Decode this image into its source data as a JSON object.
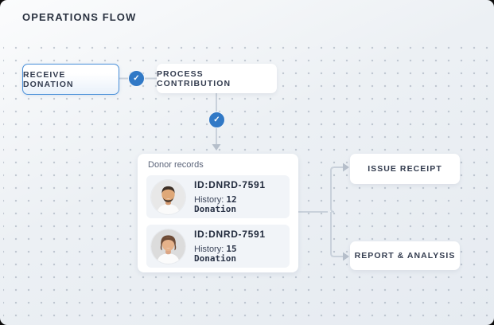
{
  "header": {
    "title": "OPERATIONS FLOW"
  },
  "flow": {
    "nodes": {
      "receive": {
        "label": "RECEIVE DONATION"
      },
      "process": {
        "label": "PROCESS CONTRIBUTION"
      },
      "issue": {
        "label": "ISSUE RECEIPT"
      },
      "report": {
        "label": "REPORT & ANALYSIS"
      }
    },
    "status_icon": "✓",
    "donor_card": {
      "title": "Donor records",
      "records": [
        {
          "id": "ID:DNRD-7591",
          "history_label": "History:",
          "history_value": "12 Donation",
          "avatar": "male-donor-photo"
        },
        {
          "id": "ID:DNRD-7591",
          "history_label": "History:",
          "history_value": "15 Donation",
          "avatar": "female-donor-photo"
        }
      ]
    }
  },
  "colors": {
    "accent_blue": "#3179c6",
    "node_border_blue": "#4a90d9",
    "connector_line": "#c9d1db",
    "canvas_background": "#eaeef3",
    "card_background": "#ffffff",
    "row_background": "#f1f4f8"
  }
}
